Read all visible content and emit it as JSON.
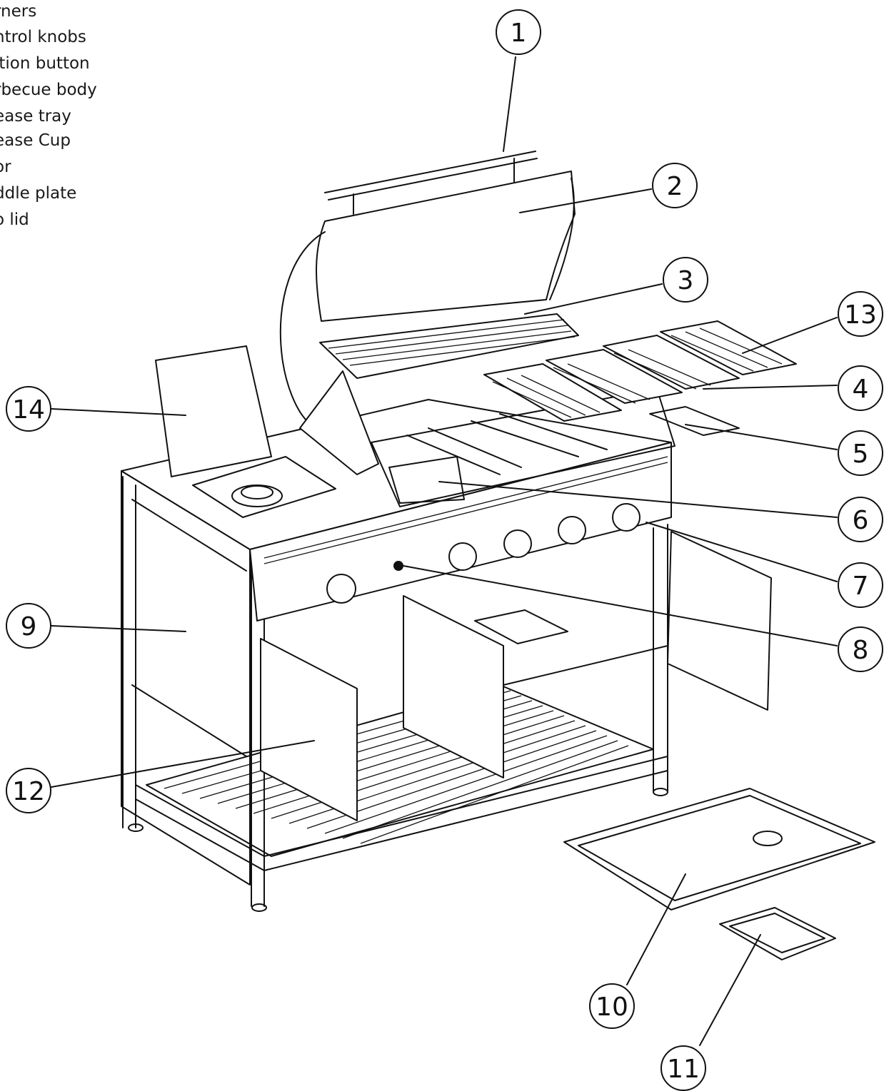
{
  "legend": [
    "rners",
    "ntrol knobs",
    "ition button",
    "rbecue body",
    "ease tray",
    "ease Cup",
    "or",
    "ddle plate",
    "o lid"
  ],
  "callouts": [
    "1",
    "2",
    "3",
    "4",
    "5",
    "6",
    "7",
    "8",
    "9",
    "10",
    "11",
    "12",
    "13",
    "14"
  ]
}
